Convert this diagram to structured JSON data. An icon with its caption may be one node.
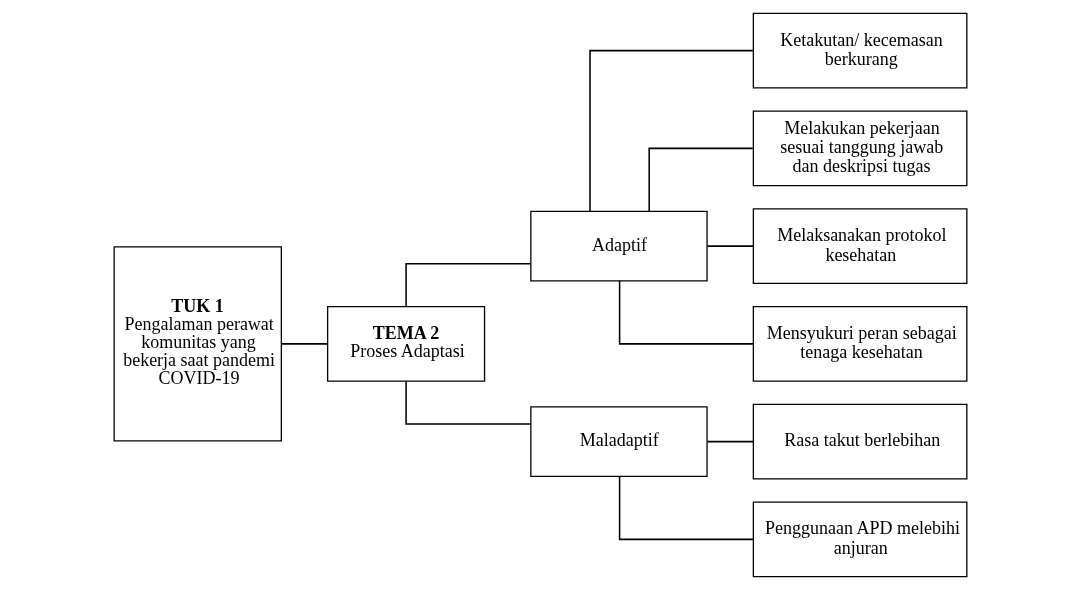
{
  "diagram": {
    "nodes": [
      {
        "text": [
          "TUK 1",
          "Pengalaman perawat komunitas yang bekerja saat pandemi COVID-19"
        ]
      },
      {
        "text": [
          "TEMA 2",
          "Proses Adaptasi"
        ]
      },
      {
        "text": [
          "Adaptif"
        ]
      },
      {
        "text": [
          "Maladaptif"
        ]
      },
      {
        "text": [
          "Ketakutan/ kecemasan berkurang"
        ]
      },
      {
        "text": [
          "Melakukan pekerjaan sesuai tanggung jawab dan deskripsi tugas"
        ]
      },
      {
        "text": [
          "Melaksanakan protokol kesehatan"
        ]
      },
      {
        "text": [
          "Mensyukuri peran sebagai tenaga kesehatan"
        ]
      },
      {
        "text": [
          "Rasa takut berlebihan"
        ]
      },
      {
        "text": [
          "Penggunaan APD melebihi anjuran"
        ]
      }
    ],
    "edges": [
      {
        "from": 0,
        "to": 1,
        "arrow": "none"
      },
      {
        "from": 1,
        "to": 2,
        "arrow": "none"
      },
      {
        "from": 1,
        "to": 3,
        "arrow": "none"
      },
      {
        "from": 2,
        "to": 4,
        "arrow": "none"
      },
      {
        "from": 2,
        "to": 5,
        "arrow": "none"
      },
      {
        "from": 2,
        "to": 6,
        "arrow": "none"
      },
      {
        "from": 2,
        "to": 7,
        "arrow": "none"
      },
      {
        "from": 3,
        "to": 8,
        "arrow": "none"
      },
      {
        "from": 3,
        "to": 9,
        "arrow": "none"
      }
    ]
  }
}
